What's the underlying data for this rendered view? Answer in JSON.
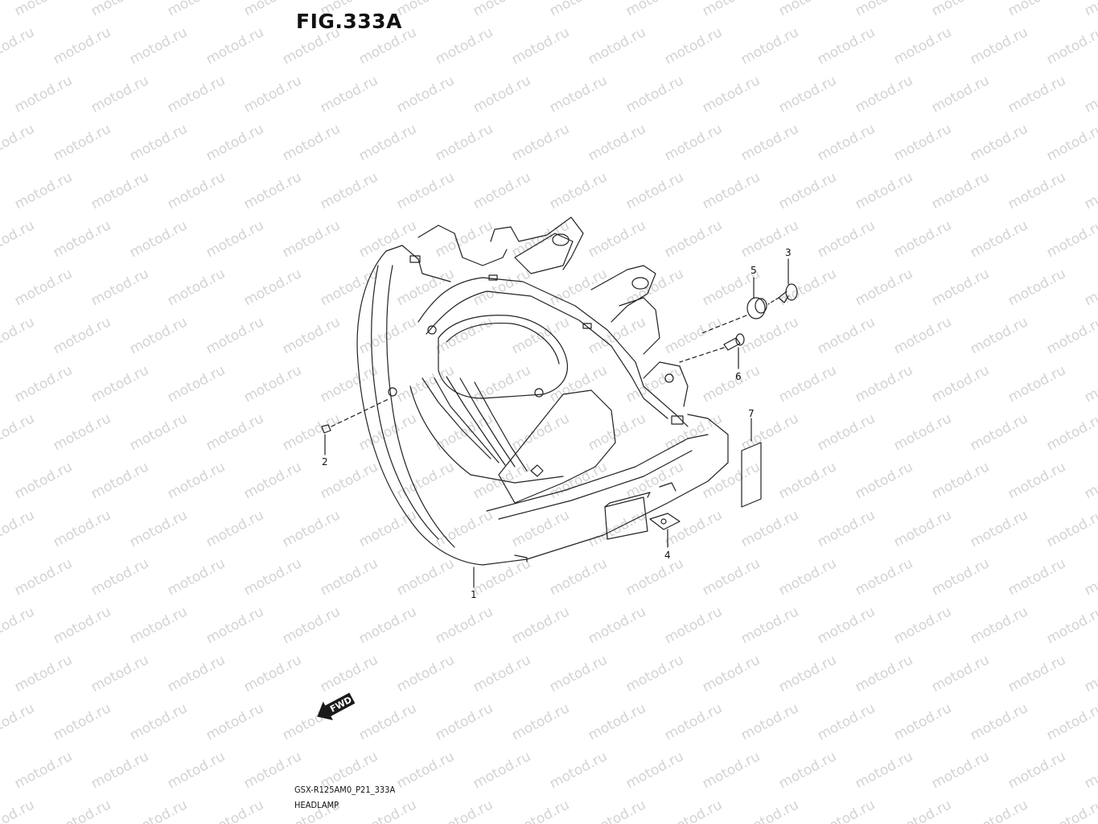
{
  "figure": {
    "title": "FIG.333A",
    "model_code": "GSX-R125AM0_P21_333A",
    "section_name": "HEADLAMP"
  },
  "watermark": {
    "text": "motod.ru",
    "color": "#d3d3d3"
  },
  "direction_marker": {
    "label": "FWD"
  },
  "callouts": [
    {
      "id": "1",
      "label": "1"
    },
    {
      "id": "2",
      "label": "2"
    },
    {
      "id": "3",
      "label": "3"
    },
    {
      "id": "4",
      "label": "4"
    },
    {
      "id": "5",
      "label": "5"
    },
    {
      "id": "6",
      "label": "6"
    },
    {
      "id": "7",
      "label": "7"
    }
  ],
  "colors": {
    "line": "#222222",
    "background": "#ffffff"
  }
}
